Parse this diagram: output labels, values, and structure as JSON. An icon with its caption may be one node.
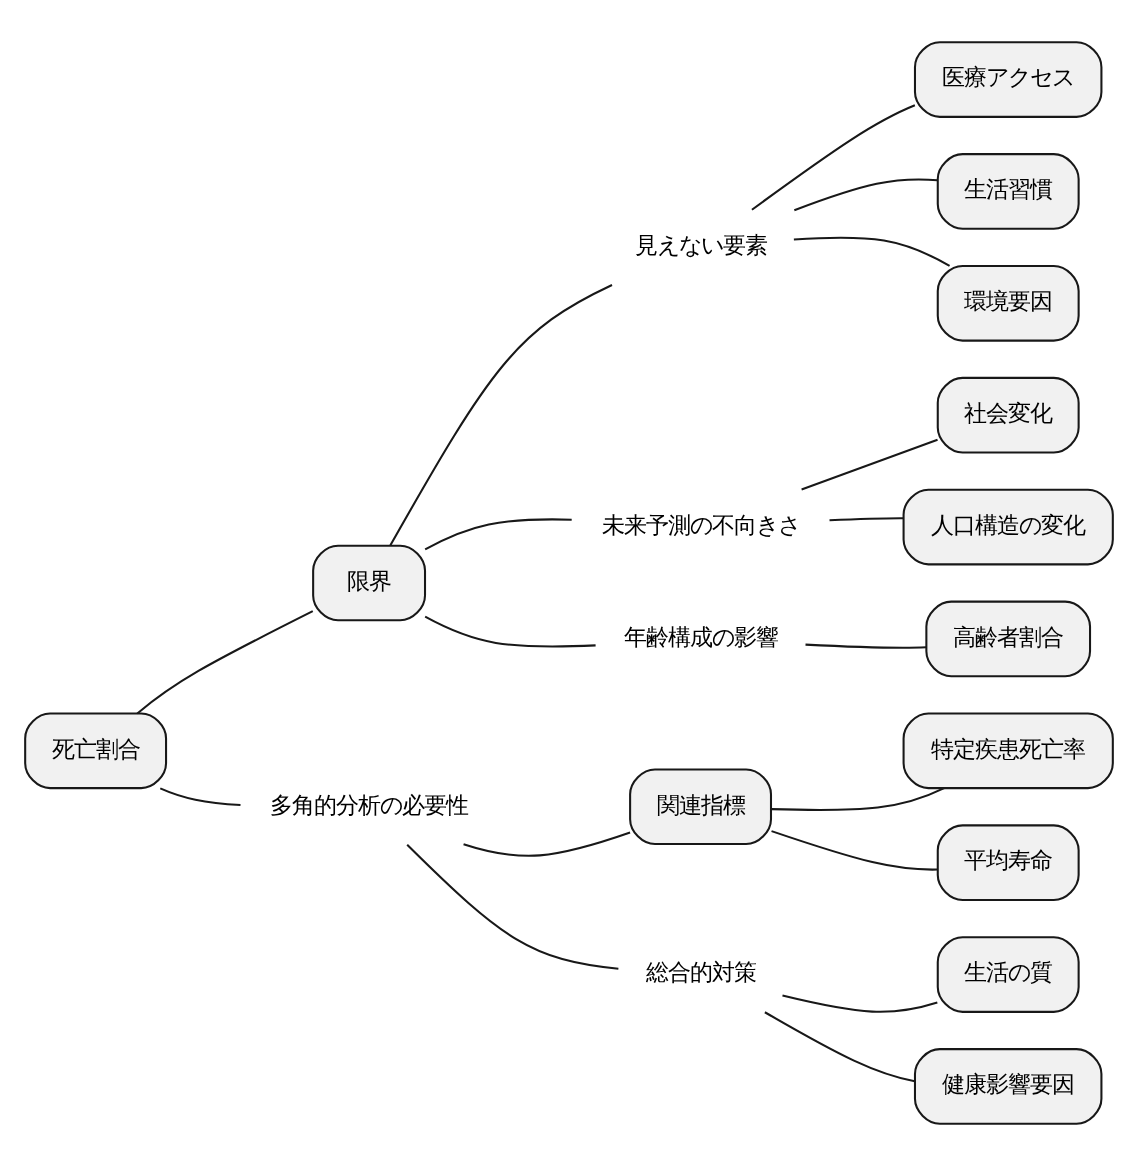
{
  "diagram": {
    "nodes": [
      {
        "text": [
          "死亡割合"
        ]
      },
      {
        "text": [
          "限界"
        ]
      },
      {
        "text": [
          "見えない要素"
        ]
      },
      {
        "text": [
          "医療アクセス"
        ]
      },
      {
        "text": [
          "生活習慣"
        ]
      },
      {
        "text": [
          "環境要因"
        ]
      },
      {
        "text": [
          "未来予測の不向きさ"
        ]
      },
      {
        "text": [
          "社会変化"
        ]
      },
      {
        "text": [
          "人口構造の変化"
        ]
      },
      {
        "text": [
          "年齢構成の影響"
        ]
      },
      {
        "text": [
          "高齢者割合"
        ]
      },
      {
        "text": [
          "多角的分析の必要性"
        ]
      },
      {
        "text": [
          "関連指標"
        ]
      },
      {
        "text": [
          "特定疾患死亡率"
        ]
      },
      {
        "text": [
          "平均寿命"
        ]
      },
      {
        "text": [
          "総合的対策"
        ]
      },
      {
        "text": [
          "生活の質"
        ]
      },
      {
        "text": [
          "健康影響要因"
        ]
      }
    ],
    "edges": [
      {
        "from": 0,
        "to": 1,
        "arrow": "none"
      },
      {
        "from": 1,
        "to": 2,
        "arrow": "none"
      },
      {
        "from": 2,
        "to": 3,
        "arrow": "none"
      },
      {
        "from": 2,
        "to": 4,
        "arrow": "none"
      },
      {
        "from": 2,
        "to": 5,
        "arrow": "none"
      },
      {
        "from": 1,
        "to": 6,
        "arrow": "none"
      },
      {
        "from": 6,
        "to": 7,
        "arrow": "none"
      },
      {
        "from": 6,
        "to": 8,
        "arrow": "none"
      },
      {
        "from": 1,
        "to": 9,
        "arrow": "none"
      },
      {
        "from": 9,
        "to": 10,
        "arrow": "none"
      },
      {
        "from": 0,
        "to": 11,
        "arrow": "none"
      },
      {
        "from": 11,
        "to": 12,
        "arrow": "none"
      },
      {
        "from": 12,
        "to": 13,
        "arrow": "none"
      },
      {
        "from": 12,
        "to": 14,
        "arrow": "none"
      },
      {
        "from": 11,
        "to": 15,
        "arrow": "none"
      },
      {
        "from": 15,
        "to": 16,
        "arrow": "none"
      },
      {
        "from": 15,
        "to": 17,
        "arrow": "none"
      }
    ]
  }
}
